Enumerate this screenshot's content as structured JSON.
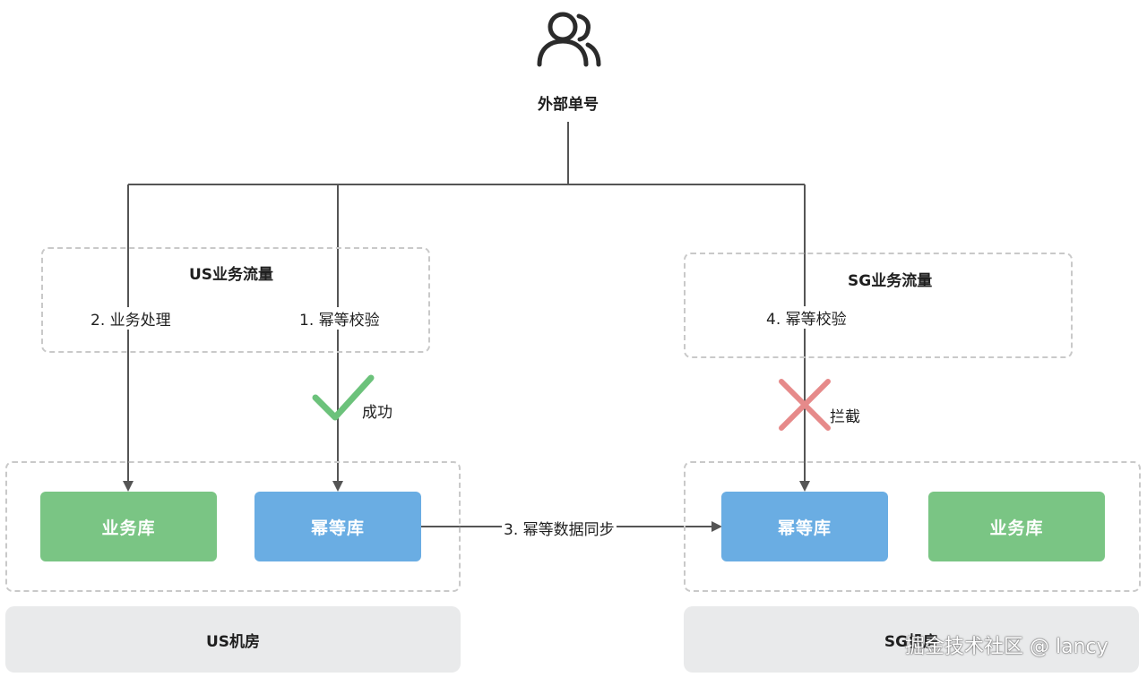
{
  "source": {
    "icon": "users-icon",
    "label": "外部单号"
  },
  "groups": {
    "us_traffic": {
      "title": "US业务流量"
    },
    "sg_traffic": {
      "title": "SG业务流量"
    }
  },
  "steps": {
    "step1": "1. 幂等校验",
    "step2": "2. 业务处理",
    "step3": "3. 幂等数据同步",
    "step4": "4. 幂等校验"
  },
  "results": {
    "success": {
      "icon": "check-icon",
      "label": "成功",
      "color": "#6cc27b"
    },
    "blocked": {
      "icon": "cross-icon",
      "label": "拦截",
      "color": "#e68a8a"
    }
  },
  "databases": {
    "us_business": "业务库",
    "us_idempotent": "幂等库",
    "sg_idempotent": "幂等库",
    "sg_business": "业务库"
  },
  "regions": {
    "us": "US机房",
    "sg": "SG机房"
  },
  "watermark": "掘金技术社区 @ lancy",
  "colors": {
    "business_db": "#7ac584",
    "idempotent_db": "#6aade3",
    "line": "#555555",
    "dashed_border": "#c9c9c9",
    "region_bg": "#e9eaeb"
  }
}
